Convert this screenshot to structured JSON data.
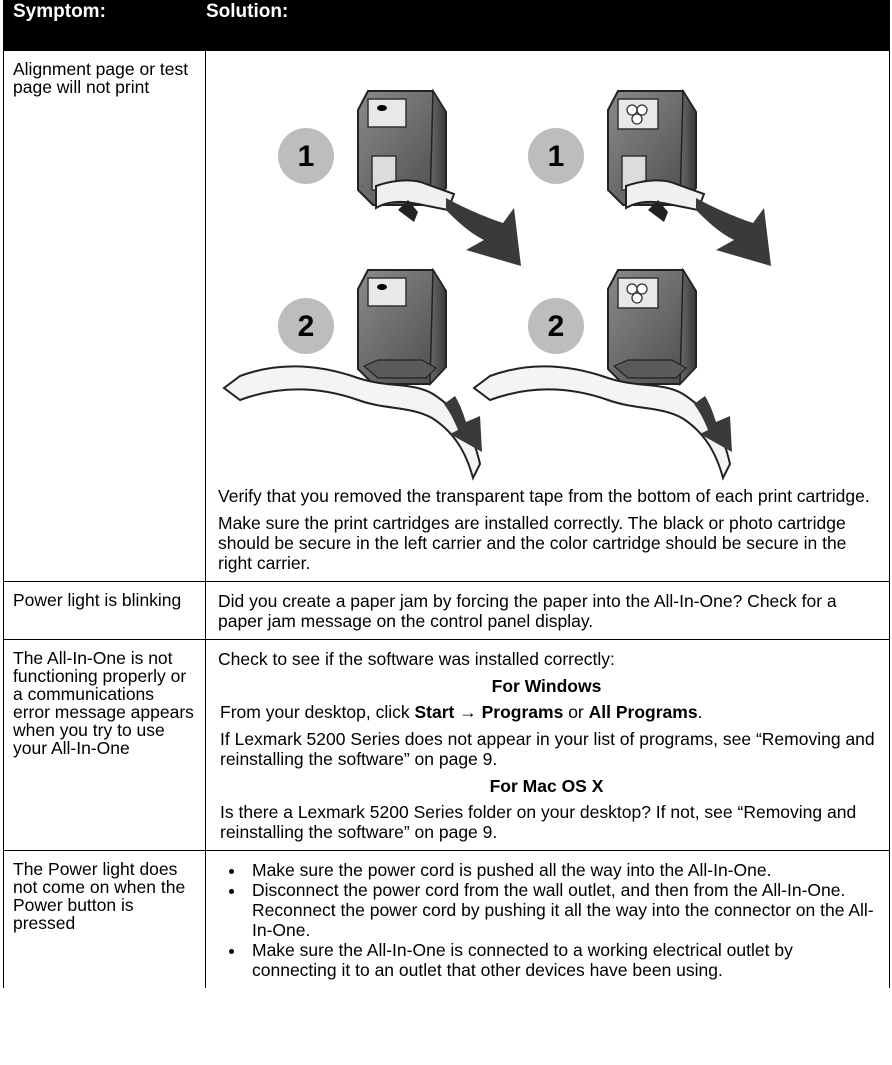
{
  "header": {
    "symptom": "Symptom:",
    "solution": "Solution:"
  },
  "rows": [
    {
      "symptom": "Alignment page or test page will not print",
      "figure_labels": [
        "1",
        "1",
        "2",
        "2"
      ],
      "paragraphs": [
        "Verify that you removed the transparent tape from the bottom of each print cartridge.",
        "Make sure the print cartridges are installed correctly. The black or photo cartridge should be secure in the left carrier and the color cartridge should be secure in the right carrier."
      ]
    },
    {
      "symptom": "Power light is blinking",
      "paragraphs": [
        "Did you create a paper jam by forcing the paper into the All-In-One? Check for a paper jam message on the control panel display."
      ]
    },
    {
      "symptom": "The All-In-One is not functioning properly or a communications error message appears when you try to use your All-In-One",
      "intro": "Check to see if the software was installed correctly:",
      "windows_heading": "For Windows",
      "windows_step_prefix": "From your desktop, click ",
      "windows_start": "Start",
      "windows_arrow": "→",
      "windows_programs": "Programs",
      "windows_or": " or ",
      "windows_all_programs": "All Programs",
      "windows_period": ".",
      "windows_note": "If Lexmark 5200 Series does not appear in your list of programs, see “Removing and reinstalling the software” on page 9.",
      "mac_heading": "For Mac OS X",
      "mac_note": "Is there a Lexmark 5200 Series folder on your desktop? If not, see “Removing and reinstalling the software” on page 9."
    },
    {
      "symptom": "The Power light does not come on when the Power button is pressed",
      "bullets": [
        "Make sure the power cord is pushed all the way into the All-In-One.",
        "Disconnect the power cord from the wall outlet, and then from the All-In-One. Reconnect the power cord by pushing it all the way into the connector on the All-In-One.",
        "Make sure the All-In-One is connected to a working electrical outlet by connecting it to an outlet that other devices have been using."
      ]
    }
  ]
}
